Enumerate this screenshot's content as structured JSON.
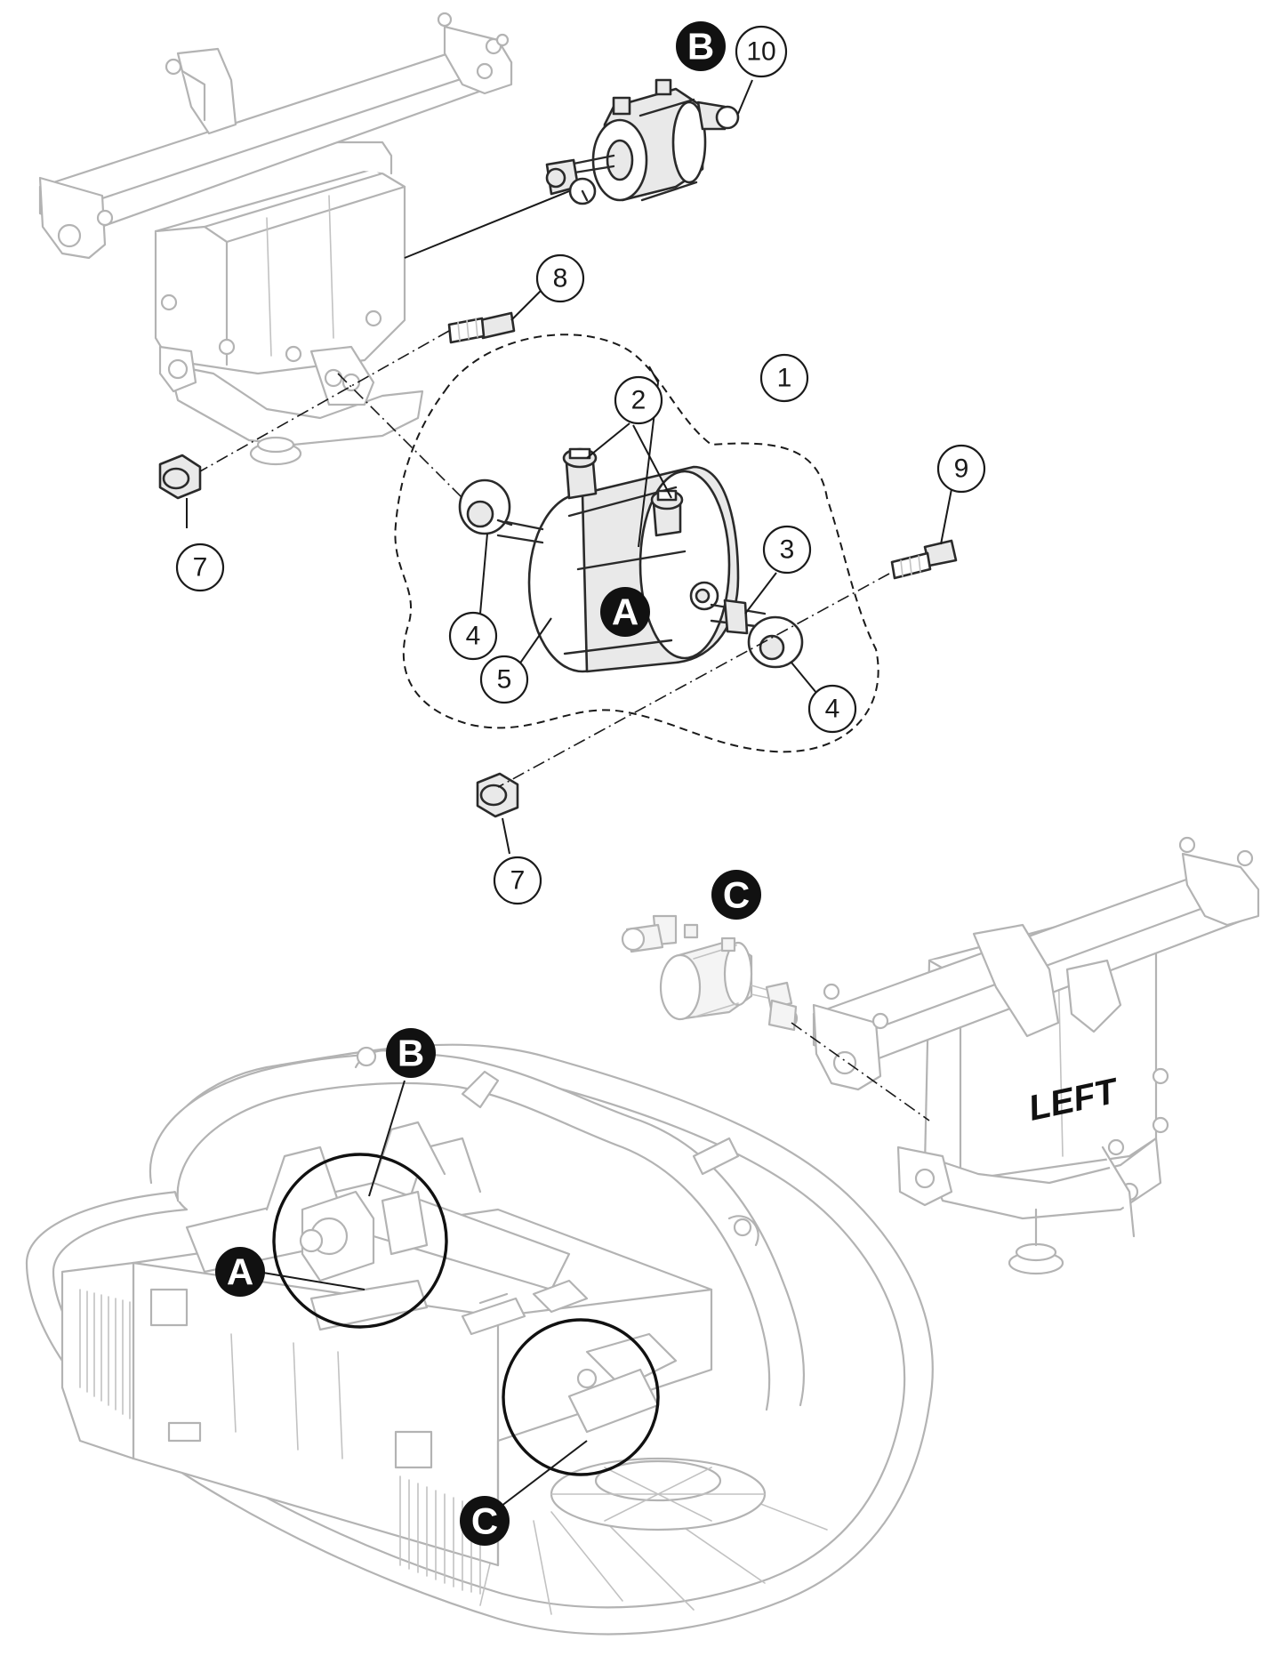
{
  "callouts": [
    {
      "id": "1",
      "label": "1"
    },
    {
      "id": "2",
      "label": "2"
    },
    {
      "id": "3",
      "label": "3"
    },
    {
      "id": "4a",
      "label": "4"
    },
    {
      "id": "4b",
      "label": "4"
    },
    {
      "id": "5",
      "label": "5"
    },
    {
      "id": "7a",
      "label": "7"
    },
    {
      "id": "7b",
      "label": "7"
    },
    {
      "id": "8",
      "label": "8"
    },
    {
      "id": "9",
      "label": "9"
    },
    {
      "id": "10",
      "label": "10"
    }
  ],
  "detail_badges": {
    "a_main": "A",
    "b_main": "B",
    "c_main": "C",
    "a_machine": "A",
    "b_machine": "B",
    "c_machine": "C"
  },
  "gearbox_label": "LEFT",
  "colors": {
    "part_line": "#b3b3b3",
    "highlight_line": "#2a2a2a",
    "badge_fill": "#111111"
  }
}
